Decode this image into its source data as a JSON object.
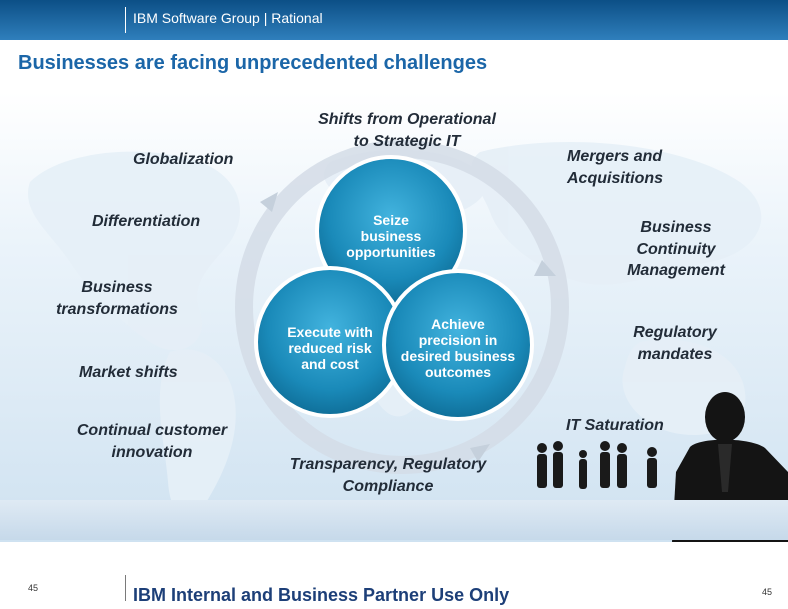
{
  "header": {
    "text": "IBM Software Group | Rational"
  },
  "title": "Businesses are facing unprecedented challenges",
  "challenges_left": [
    "Globalization",
    "Differentiation",
    "Business\ntransformations",
    "Market shifts",
    "Continual customer\ninnovation"
  ],
  "challenges_top": "Shifts from Operational\nto Strategic IT",
  "challenges_right": [
    "Mergers and\nAcquisitions",
    "Business\nContinuity\nManagement",
    "Regulatory\nmandates",
    "IT Saturation"
  ],
  "challenges_bottom": "Transparency, Regulatory\nCompliance",
  "circles": {
    "top": "Seize\nbusiness\nopportunities",
    "left": "Execute with\nreduced risk\nand cost",
    "right": "Achieve\nprecision in\ndesired business\noutcomes"
  },
  "footer": {
    "text": "IBM Internal and Business Partner Use Only",
    "page_left": "45",
    "page_right": "45"
  },
  "colors": {
    "header_band": "#1a5f9e",
    "title": "#1b66a8",
    "circle": "#1d8fbf",
    "footer_text": "#1d3f78"
  }
}
